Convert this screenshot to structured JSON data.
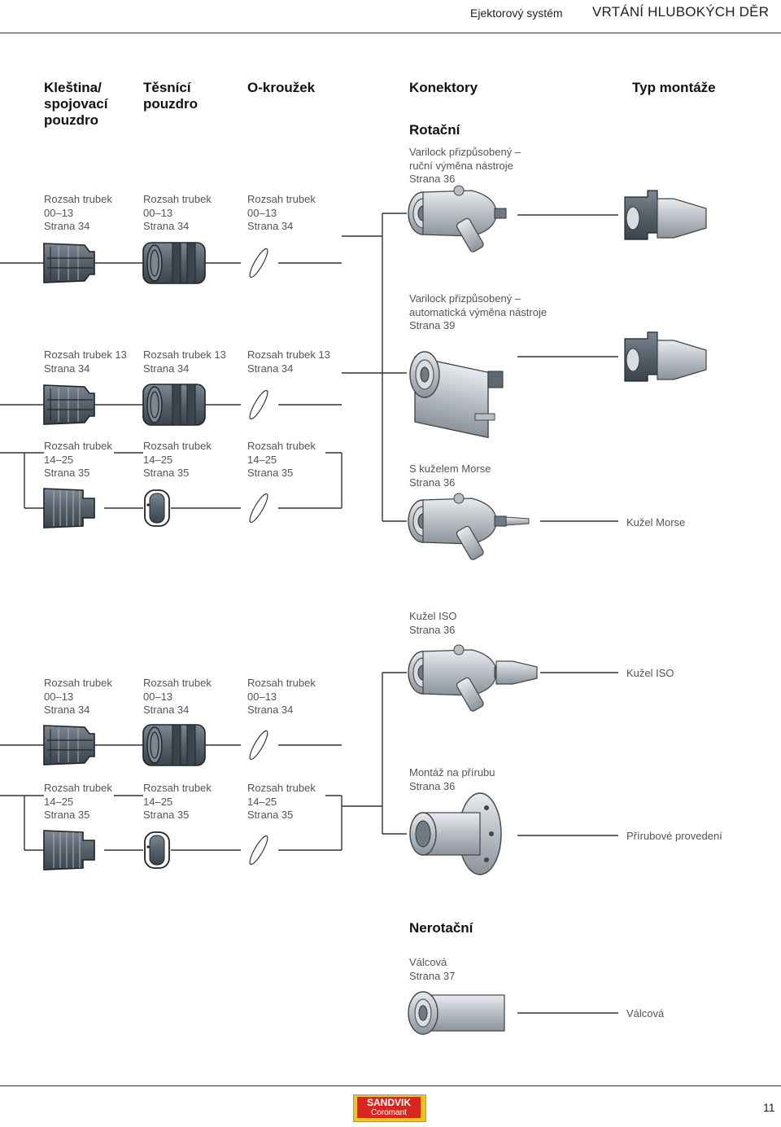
{
  "header": {
    "system": "Ejektorový systém",
    "title": "VRTÁNÍ HLUBOKÝCH DĚR"
  },
  "columns": {
    "collet": "Kleština/\nspojovací\npouzdro",
    "seal": "Těsnící\npouzdro",
    "oring": "O-kroužek",
    "connectors": "Konektory",
    "mounting": "Typ montáže"
  },
  "sections": {
    "rotating": "Rotační",
    "nonrotating": "Nerotační"
  },
  "component_rows": [
    {
      "collet": [
        "Rozsah trubek",
        "00–13",
        "Strana 34"
      ],
      "seal": [
        "Rozsah trubek",
        "00–13",
        "Strana 34"
      ],
      "oring": [
        "Rozsah trubek",
        "00–13",
        "Strana 34"
      ]
    },
    {
      "collet": [
        "Rozsah trubek 13",
        "Strana 34"
      ],
      "seal": [
        "Rozsah trubek 13",
        "Strana 34"
      ],
      "oring": [
        "Rozsah trubek 13",
        "Strana 34"
      ]
    },
    {
      "collet": [
        "Rozsah trubek",
        "14–25",
        "Strana 35"
      ],
      "seal": [
        "Rozsah trubek",
        "14–25",
        "Strana 35"
      ],
      "oring": [
        "Rozsah trubek",
        "14–25",
        "Strana 35"
      ]
    },
    {
      "collet": [
        "Rozsah trubek",
        "00–13",
        "Strana 34"
      ],
      "seal": [
        "Rozsah trubek",
        "00–13",
        "Strana 34"
      ],
      "oring": [
        "Rozsah trubek",
        "00–13",
        "Strana 34"
      ]
    },
    {
      "collet": [
        "Rozsah trubek",
        "14–25",
        "Strana 35"
      ],
      "seal": [
        "Rozsah trubek",
        "14–25",
        "Strana 35"
      ],
      "oring": [
        "Rozsah trubek",
        "14–25",
        "Strana 35"
      ]
    }
  ],
  "connectors": [
    {
      "lines": [
        "Varilock přizpůsobený –",
        "ruční výměna nástroje",
        "Strana 36"
      ],
      "mount": ""
    },
    {
      "lines": [
        "Varilock přizpůsobený –",
        "automatická výměna nástroje",
        "Strana 39"
      ],
      "mount": ""
    },
    {
      "lines": [
        "S kuželem Morse",
        "Strana 36"
      ],
      "mount": "Kužel Morse"
    },
    {
      "lines": [
        "Kužel ISO",
        "Strana 36"
      ],
      "mount": "Kužel ISO"
    },
    {
      "lines": [
        "Montáž na přírubu",
        "Strana 36"
      ],
      "mount": "Přírubové provedení"
    },
    {
      "lines": [
        "Válcová",
        "Strana 37"
      ],
      "mount": "Válcová"
    }
  ],
  "footer": {
    "logo_top": "SANDVIK",
    "logo_bottom": "Coromant",
    "page_number": "11"
  },
  "colors": {
    "part_fill": "#5d6872",
    "part_dark": "#2b3238",
    "holder_fill": "#c9cdd2",
    "logo_yellow": "#f0c419",
    "logo_red": "#d9261c"
  },
  "icons": [
    "collet-icon",
    "seal-sleeve-icon",
    "o-ring-icon",
    "thin-seal-ring-icon",
    "varilock-connector-icon",
    "tool-holder-taper-icon",
    "flange-connector-icon",
    "cylindrical-connector-icon"
  ]
}
